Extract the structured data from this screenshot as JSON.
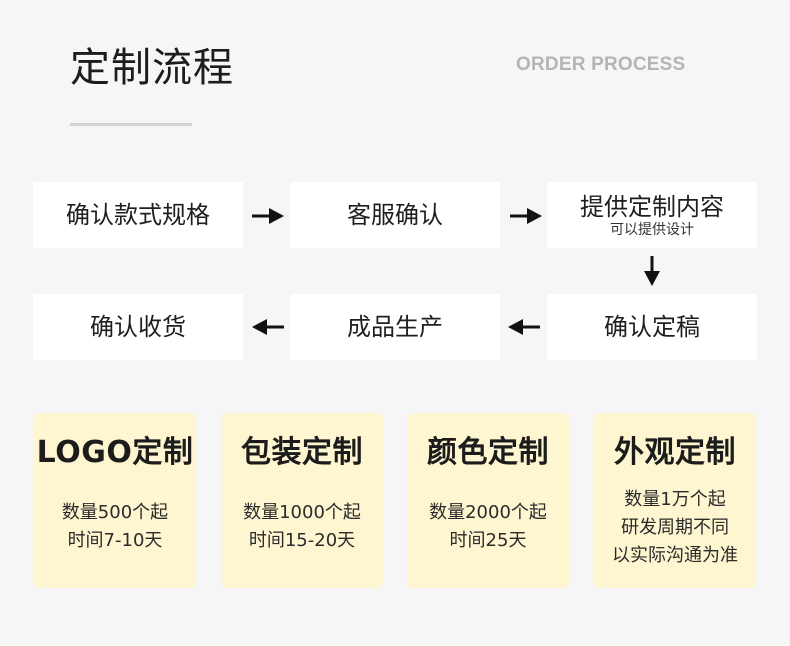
{
  "header": {
    "title": "定制流程",
    "title_en": "ORDER PROCESS"
  },
  "process": {
    "steps": [
      {
        "label": "确认款式规格"
      },
      {
        "label": "客服确认"
      },
      {
        "label": "提供定制内容",
        "sub": "可以提供设计"
      },
      {
        "label": "确认定稿"
      },
      {
        "label": "成品生产"
      },
      {
        "label": "确认收货"
      }
    ]
  },
  "cards": [
    {
      "title": "LOGO定制",
      "lines": [
        "数量500个起",
        "时间7-10天"
      ]
    },
    {
      "title": "包装定制",
      "lines": [
        "数量1000个起",
        "时间15-20天"
      ]
    },
    {
      "title": "颜色定制",
      "lines": [
        "数量2000个起",
        "时间25天"
      ]
    },
    {
      "title": "外观定制",
      "lines": [
        "数量1万个起",
        "研发周期不同",
        "以实际沟通为准"
      ]
    }
  ],
  "colors": {
    "background": "#f6f6f6",
    "step_box": "#ffffff",
    "card": "#fdf6d0",
    "title_en": "#b5b5b5",
    "arrow": "#111111"
  },
  "icons": {
    "arrow_right": "arrow-right-icon",
    "arrow_left": "arrow-left-icon",
    "arrow_down": "arrow-down-icon"
  }
}
